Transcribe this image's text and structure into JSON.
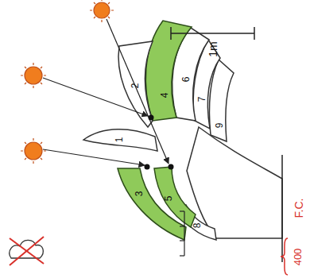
{
  "diagram": {
    "labels": [
      "1",
      "2",
      "3",
      "4",
      "5",
      "6",
      "7",
      "8",
      "9",
      "1m",
      "400",
      "F.C."
    ]
  }
}
